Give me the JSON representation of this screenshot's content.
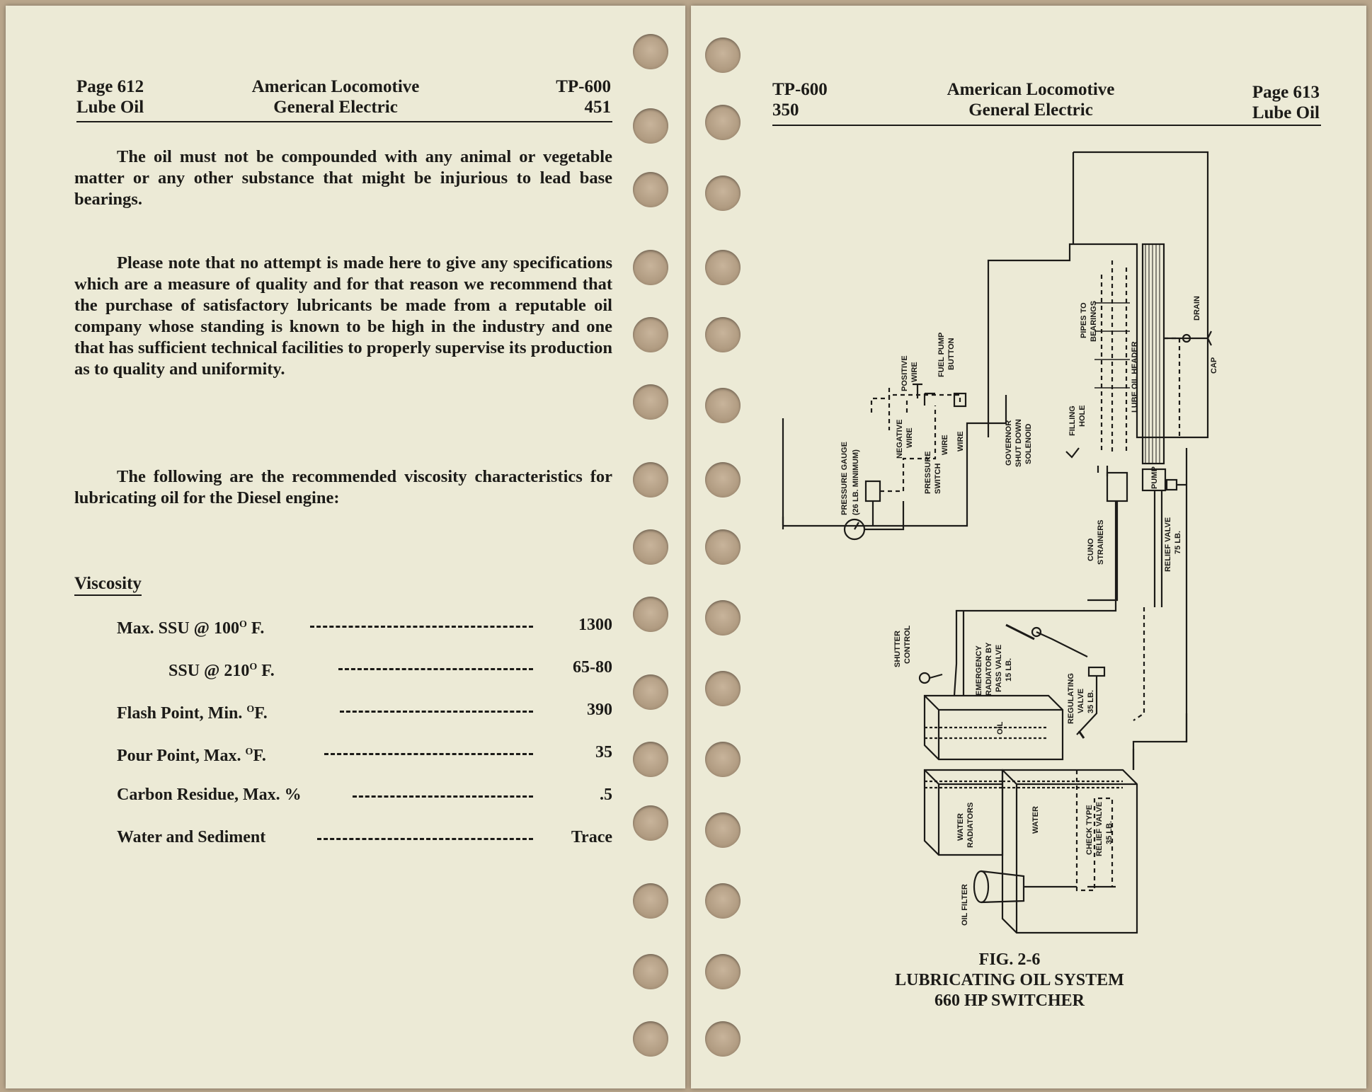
{
  "left_page": {
    "header": {
      "page_number": "Page 612",
      "section": "Lube Oil",
      "company_line1": "American Locomotive",
      "company_line2": "General Electric",
      "doc_number": "TP-600",
      "doc_sub": "451"
    },
    "paragraphs": [
      "The oil must not be compounded with any animal or vegetable matter or any other substance that might be injurious to lead base bearings.",
      "Please note that no attempt is made here to give any specifications which are a measure of quality and for that reason we recommend that the purchase of satisfactory lubricants be made from a reputable oil company whose standing is known to be high in the industry and one that has sufficient technical facilities to properly supervise its production as to quality and uniformity.",
      "The following are the recommended viscosity characteristics for lubricating oil for the Diesel engine:"
    ],
    "specs_heading": "Viscosity",
    "specs": [
      {
        "label": "Max. SSU @ 100",
        "sup": "O",
        "suffix": " F.",
        "value": "1300"
      },
      {
        "label": "SSU @ 210",
        "sup": "O",
        "suffix": " F.",
        "value": "65-80"
      },
      {
        "label": "Flash Point, Min. ",
        "sup": "O",
        "suffix": "F.",
        "value": "390"
      },
      {
        "label": "Pour Point, Max. ",
        "sup": "O",
        "suffix": "F.",
        "value": "35"
      },
      {
        "label": "Carbon Residue, Max. %",
        "sup": "",
        "suffix": "",
        "value": ".5"
      },
      {
        "label": "Water and Sediment",
        "sup": "",
        "suffix": "",
        "value": "Trace"
      }
    ]
  },
  "right_page": {
    "header": {
      "doc_number": "TP-600",
      "doc_sub": "350",
      "company_line1": "American Locomotive",
      "company_line2": "General Electric",
      "page_number": "Page 613",
      "section": "Lube Oil"
    },
    "diagram_labels": {
      "pressure_gauge": "PRESSURE GAUGE",
      "pressure_gauge_note": "(26 LB. MINIMUM)",
      "negative_wire": "NEGATIVE",
      "negative_wire2": "WIRE",
      "positive_wire": "POSITIVE",
      "positive_wire2": "WIRE",
      "fuel_pump_button": "FUEL PUMP",
      "fuel_pump_button2": "BUTTON",
      "wire_a": "WIRE",
      "wire_b": "WIRE",
      "pressure_switch": "PRESSURE",
      "pressure_switch2": "SWITCH",
      "governor": "GOVERNOR",
      "governor2": "SHUT DOWN",
      "governor3": "SOLENOID",
      "filling_hole": "FILLING",
      "filling_hole2": "HOLE",
      "pipes_to_bearings": "PIPES TO",
      "pipes_to_bearings2": "BEARINGS",
      "lube_oil_header": "LUBE OIL HEADER",
      "drain": "DRAIN",
      "cap": "CAP",
      "pump": "PUMP",
      "relief_valve": "RELIEF VALVE",
      "relief_valve2": "75 LB.",
      "cuno_strainers": "CUNO",
      "cuno_strainers2": "STRAINERS",
      "shutter_control": "SHUTTER",
      "shutter_control2": "CONTROL",
      "emergency": "EMERGENCY",
      "emergency2": "RADIATOR BY",
      "emergency3": "PASS VALVE",
      "emergency4": "15 LB.",
      "regulating_valve": "REGULATING",
      "regulating_valve2": "VALVE",
      "regulating_valve3": "35 LB.",
      "oil": "OIL",
      "water_radiators": "WATER",
      "water_radiators2": "RADIATORS",
      "water": "WATER",
      "check_valve": "CHECK TYPE",
      "check_valve2": "RELIEF VALVE",
      "check_valve3": "35 LB.",
      "oil_filter": "OIL FILTER"
    },
    "caption": {
      "line1": "FIG. 2-6",
      "line2": "LUBRICATING OIL SYSTEM",
      "line3": "660 HP SWITCHER"
    }
  }
}
